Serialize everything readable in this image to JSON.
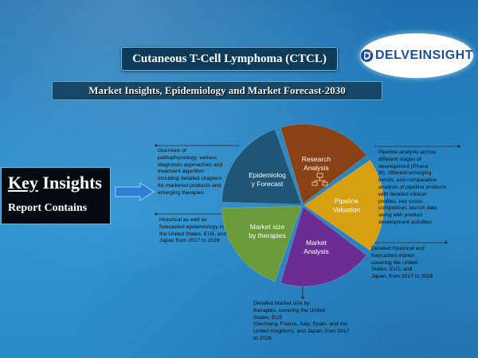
{
  "header": {
    "title": "Cutaneous T-Cell Lymphoma (CTCL)",
    "subtitle": "Market Insights, Epidemiology and Market Forecast-2030"
  },
  "logo": {
    "text": "DELVEINSIGHT",
    "icon": "delveinsight-logo-mark",
    "brand_color": "#1b4f9c"
  },
  "key_box": {
    "line1_a": "Key",
    "line1_b": "Insights",
    "line2": "Report Contains"
  },
  "segments": [
    {
      "id": "research",
      "lines": [
        "Research",
        "Analysis"
      ],
      "color": "#8a4115"
    },
    {
      "id": "pipeline",
      "lines": [
        "Pipeline",
        "Valuation"
      ],
      "color": "#d7a010"
    },
    {
      "id": "market-analysis",
      "lines": [
        "Market",
        "Analysis"
      ],
      "color": "#6b2d93"
    },
    {
      "id": "market-size",
      "lines": [
        "Market size",
        "by therapies"
      ],
      "color": "#6a9a3a"
    },
    {
      "id": "epidemiology",
      "lines": [
        "Epidemiolog",
        "y Forecast"
      ],
      "color": "#1f5577"
    }
  ],
  "notes": {
    "research": "Overview of\npathophysiology, various\ndiagnostic approaches and\ntreatment algorithm\nincluding detailed chapters\nfor marketed products and\nemerging therapies",
    "epidemiology": "Historical as well as\nforecasted epidemiology in\nthe United States, EU5, and\nJapan from 2017 to 2028",
    "pipeline": "Pipeline analysis across\ndifferent stages of\ndevelopment (Phase\nIII), different emerging\ntrends, and comparative\nanalysis of pipeline products\nwith detailed clinical\nprofiles, key cross-\ncompetition, launch date\nalong with product\ndevelopment activities",
    "market_analysis": "Detailed historical and\nforecasted market\ncovering the United\nStates, EU5, and\nJapan, from 2017 to 2028",
    "market_size": "Detailed Market size by\ntherapies, covering   the United\nStates, EU5\n(Germany, France, Italy, Spain, and the\nUnited Kingdom), and Japan, from 2017\nto 2028"
  }
}
